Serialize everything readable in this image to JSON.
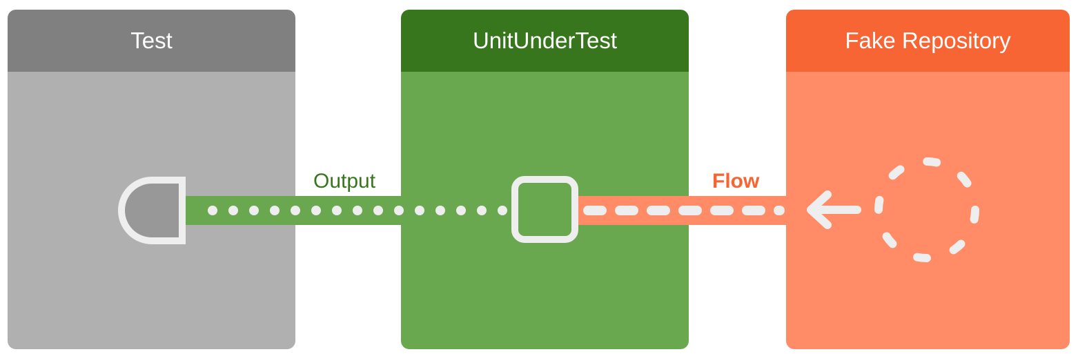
{
  "panels": {
    "test": {
      "title": "Test"
    },
    "unit": {
      "title": "UnitUnderTest"
    },
    "fake": {
      "title": "Fake Repository"
    }
  },
  "connectors": {
    "output": {
      "label": "Output"
    },
    "flow": {
      "label": "Flow"
    }
  },
  "colors": {
    "test_header": "#808080",
    "test_body": "#b0b0b0",
    "unit_header": "#38761d",
    "unit_body": "#6aa84f",
    "fake_header": "#f76534",
    "fake_body": "#ff8c66",
    "symbol_stroke": "#eeeeee"
  },
  "icons": {
    "test": "half-circle-receiver-icon",
    "unit": "square-node-icon",
    "fake": "dashed-circle-source-icon",
    "flow": "arrow-left-icon"
  }
}
